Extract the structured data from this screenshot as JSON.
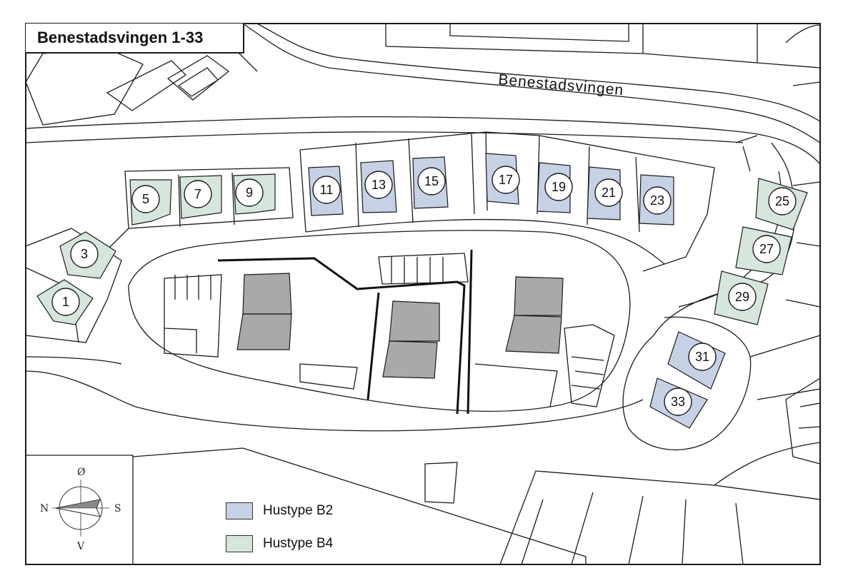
{
  "title": "Benestadsvingen 1-33",
  "road_label": "Benestadsvingen",
  "colors": {
    "b2": "#c7d1e6",
    "b4": "#d6e6dc",
    "building": "#a9a9a9",
    "line": "#1a1a1a"
  },
  "compass": {
    "top": "Ø",
    "left": "N",
    "right": "S",
    "bottom": "V"
  },
  "legend": [
    {
      "label": "Hustype B2",
      "type": "b2"
    },
    {
      "label": "Hustype B4",
      "type": "b4"
    }
  ],
  "lots": [
    {
      "number": "1",
      "type": "b4"
    },
    {
      "number": "3",
      "type": "b4"
    },
    {
      "number": "5",
      "type": "b4"
    },
    {
      "number": "7",
      "type": "b4"
    },
    {
      "number": "9",
      "type": "b4"
    },
    {
      "number": "11",
      "type": "b2"
    },
    {
      "number": "13",
      "type": "b2"
    },
    {
      "number": "15",
      "type": "b2"
    },
    {
      "number": "17",
      "type": "b2"
    },
    {
      "number": "19",
      "type": "b2"
    },
    {
      "number": "21",
      "type": "b2"
    },
    {
      "number": "23",
      "type": "b2"
    },
    {
      "number": "25",
      "type": "b4"
    },
    {
      "number": "27",
      "type": "b4"
    },
    {
      "number": "29",
      "type": "b4"
    },
    {
      "number": "31",
      "type": "b2"
    },
    {
      "number": "33",
      "type": "b2"
    }
  ]
}
